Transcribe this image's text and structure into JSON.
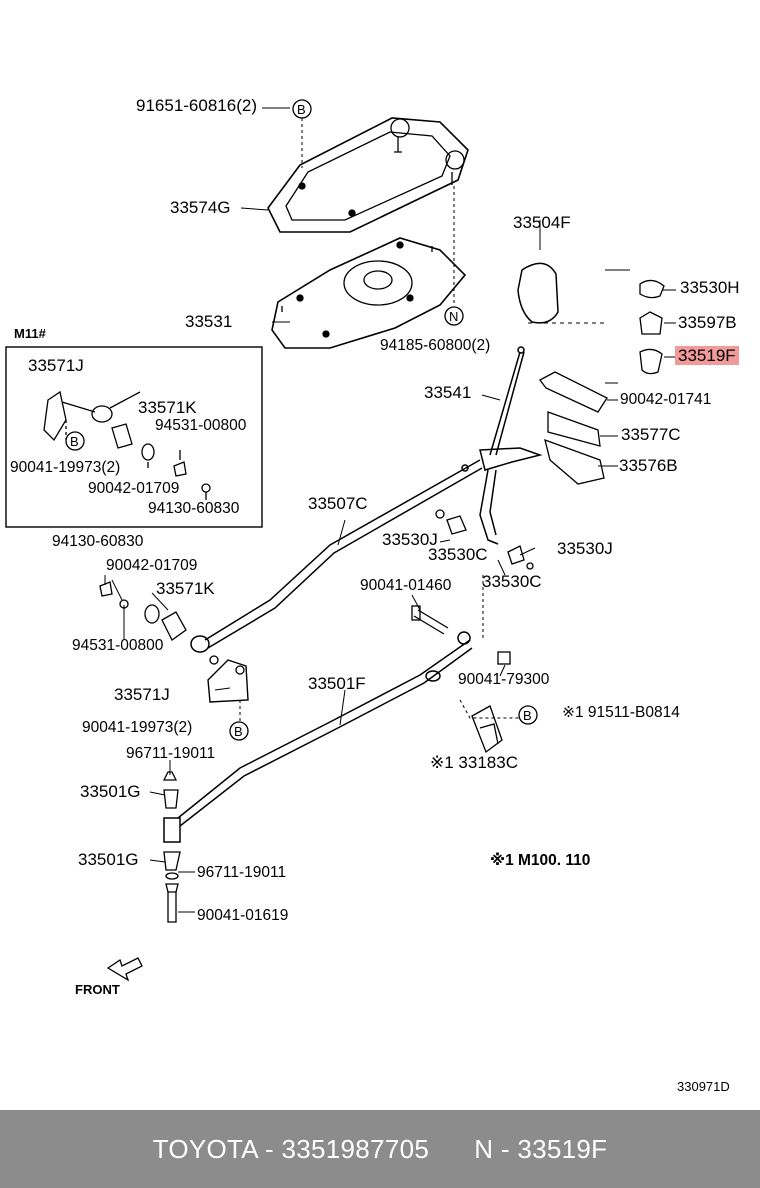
{
  "labels": {
    "p91651": "91651-60816(2)",
    "b_top": "B",
    "p33574G": "33574G",
    "p33531": "33531",
    "n_circle": "N",
    "p94185": "94185-60800(2)",
    "p33504F": "33504F",
    "p33530H": "33530H",
    "p33597B": "33597B",
    "p33519F": "33519F",
    "p33541": "33541",
    "p90042_01741": "90042-01741",
    "p33577C": "33577C",
    "p33576B": "33576B",
    "m11": "M11#",
    "box_33571J": "33571J",
    "box_33571K": "33571K",
    "box_94531": "94531-00800",
    "box_b": "B",
    "box_90041": "90041-19973(2)",
    "box_90042": "90042-01709",
    "box_94130": "94130-60830",
    "p33507C": "33507C",
    "p33530J_a": "33530J",
    "p33530C_a": "33530C",
    "p33530J_b": "33530J",
    "p33530C_b": "33530C",
    "p94130_l": "94130-60830",
    "p90042_l": "90042-01709",
    "p33571K_l": "33571K",
    "p94531_l": "94531-00800",
    "p90041_01460": "90041-01460",
    "p33571J_l": "33571J",
    "p33501F": "33501F",
    "p90041_79300": "90041-79300",
    "p90041_19973_l": "90041-19973(2)",
    "b_lower": "B",
    "b_right": "B",
    "p91511": "※1 91511-B0814",
    "p96711_a": "96711-19011",
    "p33183C": "※1 33183C",
    "p33501G_a": "33501G",
    "p33501G_b": "33501G",
    "p96711_b": "96711-19011",
    "p90041_01619": "90041-01619",
    "note": "※1  M100. 110",
    "front": "FRONT",
    "code": "330971D"
  },
  "footer": {
    "brand": "TOYOTA - 3351987705",
    "part": "N - 33519F"
  },
  "colors": {
    "highlight": "#f09a9a",
    "footer_bg": "#8c8c8c",
    "footer_text": "#ffffff"
  }
}
